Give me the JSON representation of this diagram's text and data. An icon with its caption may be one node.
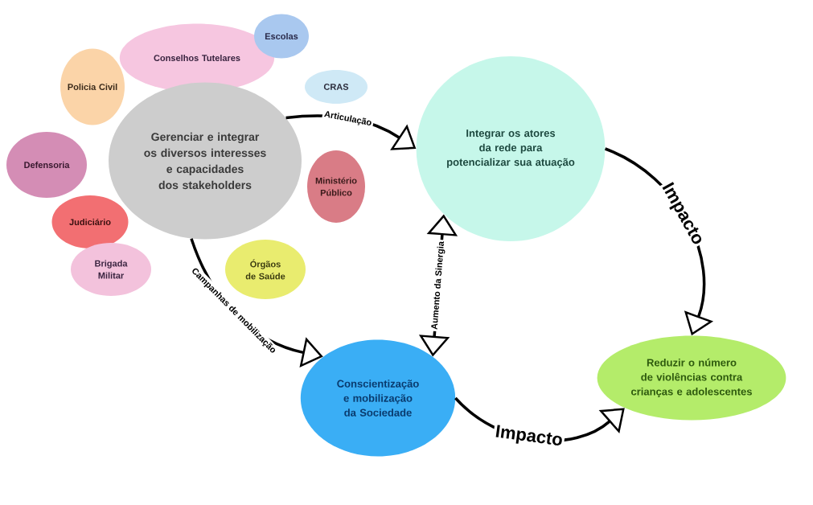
{
  "diagram": {
    "nodes": [
      {
        "text": [
          "Conselhos Tutelares"
        ]
      },
      {
        "text": [
          "Escolas"
        ]
      },
      {
        "text": [
          "Policia Civil"
        ]
      },
      {
        "text": [
          "CRAS"
        ]
      },
      {
        "text": [
          "Gerenciar e integrar os diversos interesses e capacidades dos stakeholders"
        ]
      },
      {
        "text": [
          "Defensoria"
        ]
      },
      {
        "text": [
          "Ministério Público"
        ]
      },
      {
        "text": [
          "Judiciário"
        ]
      },
      {
        "text": [
          "Órgãos de Saúde"
        ]
      },
      {
        "text": [
          "Brigada Militar"
        ]
      },
      {
        "text": [
          "Integrar os atores da rede para potencializar sua atuação"
        ]
      },
      {
        "text": [
          "Conscientização e mobilização da Sociedade"
        ]
      },
      {
        "text": [
          "Reduzir o número de violências contra crianças e adolescentes"
        ]
      }
    ],
    "edges": [
      {
        "from": 4,
        "to": 10,
        "arrow": "to",
        "label": "Articulação"
      },
      {
        "from": 4,
        "to": 11,
        "arrow": "to",
        "label": "Campanhas de mobilização"
      },
      {
        "from": 11,
        "to": 10,
        "arrow": "both",
        "label": "Aumento da Sinergia"
      },
      {
        "from": 10,
        "to": 12,
        "arrow": "to",
        "label": "Impacto"
      },
      {
        "from": 11,
        "to": 12,
        "arrow": "to",
        "label": "Impacto"
      }
    ]
  }
}
